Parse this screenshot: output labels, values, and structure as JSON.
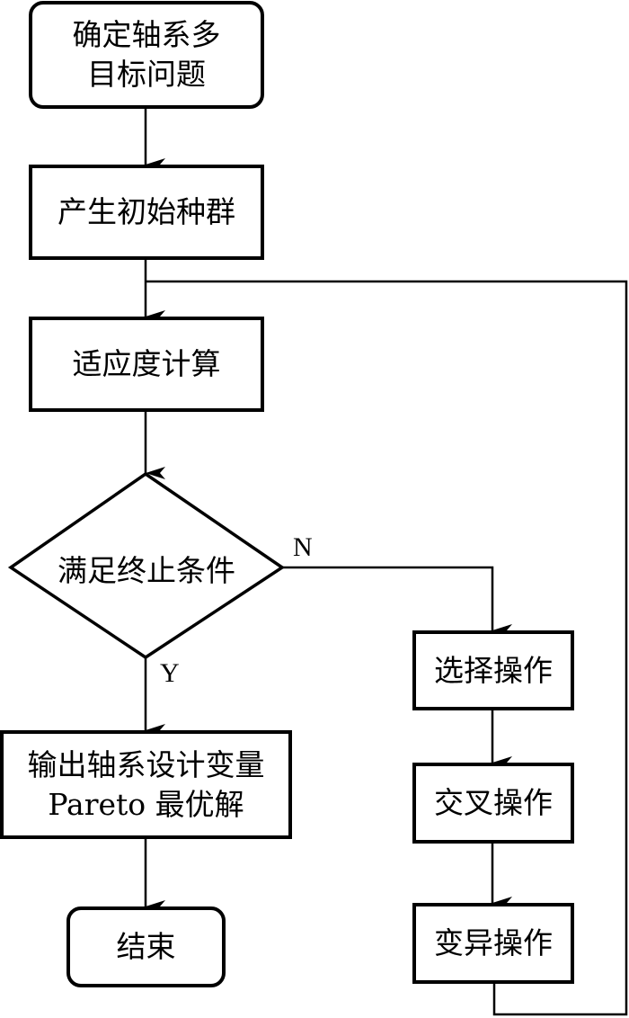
{
  "nodes": {
    "start": {
      "lines": [
        "确定轴系多",
        "目标问题"
      ]
    },
    "init_population": {
      "text": "产生初始种群"
    },
    "fitness": {
      "text": "适应度计算"
    },
    "decision": {
      "text": "满足终止条件"
    },
    "output": {
      "lines": [
        "输出轴系设计变量",
        "Pareto 最优解"
      ]
    },
    "end": {
      "text": "结束"
    },
    "selection": {
      "text": "选择操作"
    },
    "crossover": {
      "text": "交叉操作"
    },
    "mutation": {
      "text": "变异操作"
    }
  },
  "edges": {
    "yes_label": "Y",
    "no_label": "N"
  },
  "colors": {
    "stroke": "#000000",
    "background": "#ffffff"
  }
}
